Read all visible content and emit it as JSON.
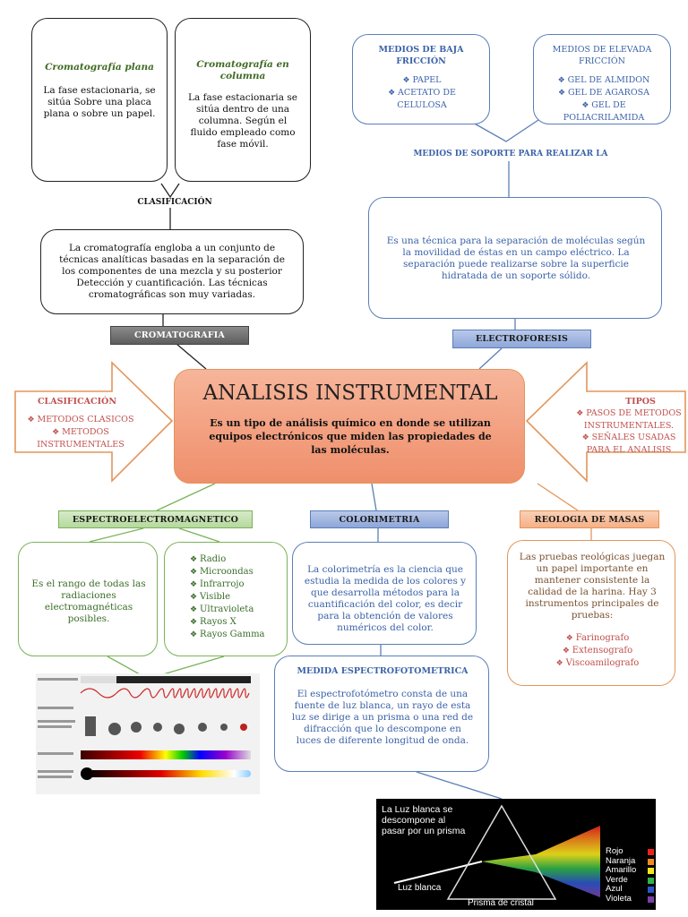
{
  "cromatografia": {
    "plana_title": "Cromatografía plana",
    "plana_text": "La fase estacionaria, se sitúa Sobre una placa plana o sobre un papel.",
    "columna_title": "Cromatografía en columna",
    "columna_text": "La fase estacionaria se sitúa dentro de una columna. Según el fluido empleado como fase móvil.",
    "clasificacion_label": "CLASIFICACIÓN",
    "description": "La cromatografía engloba a un conjunto de técnicas analíticas basadas en la separación de los componentes de una mezcla y su posterior Detección y cuantificación. Las técnicas cromatográficas son muy variadas.",
    "label": "CROMATOGRAFIA"
  },
  "electroforesis": {
    "baja_title": "MEDIOS DE BAJA FRICCIÓN",
    "baja_items": [
      "PAPEL",
      "ACETATO DE CELULOSA"
    ],
    "elevada_title": "MEDIOS DE ELEVADA FRICCIÓN",
    "elevada_items": [
      "GEL DE ALMIDON",
      "GEL DE AGAROSA",
      "GEL DE POLIACRILAMIDA"
    ],
    "soporte_label": "MEDIOS DE SOPORTE PARA REALIZAR LA",
    "description": "Es una técnica para la separación de moléculas según la movilidad de éstas en un campo eléctrico. La separación puede realizarse sobre la superficie hidratada de un soporte sólido.",
    "label": "ELECTROFORESIS"
  },
  "center": {
    "title": "ANALISIS INSTRUMENTAL",
    "description": "Es un tipo de análisis químico en donde se utilizan equipos electrónicos que miden las propiedades de las moléculas."
  },
  "left_arrow": {
    "title": "CLASIFICACIÓN",
    "items": [
      "METODOS CLASICOS",
      "METODOS INSTRUMENTALES"
    ]
  },
  "right_arrow": {
    "title": "TIPOS",
    "items": [
      "PASOS DE METODOS INSTRUMENTALES.",
      "SEÑALES USADAS PARA EL ANALISIS"
    ]
  },
  "espectro": {
    "label": "ESPECTROELECTROMAGNETICO",
    "description": "Es el rango de todas las radiaciones electromagnéticas posibles.",
    "items": [
      "Radio",
      "Microondas",
      "Infrarrojo",
      "Visible",
      "Ultravioleta",
      "Rayos X",
      "Rayos Gamma"
    ]
  },
  "colorimetria": {
    "label": "COLORIMETRIA",
    "description": "La colorimetría es la ciencia que estudia la medida de los colores y que desarrolla métodos para la cuantificación del color, es decir para la obtención de valores numéricos del color.",
    "medida_title": "MEDIDA ESPECTROFOTOMETRICA",
    "medida_text": "El espectrofotómetro consta de una fuente de luz blanca, un rayo de esta luz se dirige a un prisma o una red de difracción que lo descompone en luces de diferente longitud de onda."
  },
  "reologia": {
    "label": "REOLOGIA DE MASAS",
    "description": "Las pruebas reológicas juegan un papel importante en mantener consistente la calidad de la harina. Hay 3 instrumentos principales de pruebas:",
    "items": [
      "Farinografo",
      "Extensografo",
      "Viscoamilografo"
    ]
  },
  "prism": {
    "caption": "La Luz blanca se descompone al pasar por un prisma",
    "luz_blanca": "Luz blanca",
    "prisma": "Prisma de cristal",
    "colors": [
      {
        "name": "Rojo",
        "hex": "#e8231e"
      },
      {
        "name": "Naranja",
        "hex": "#f28c1d"
      },
      {
        "name": "Amarillo",
        "hex": "#f4e81c"
      },
      {
        "name": "Verde",
        "hex": "#2fb34a"
      },
      {
        "name": "Azul",
        "hex": "#2d55c9"
      },
      {
        "name": "Violeta",
        "hex": "#7a3fa8"
      }
    ]
  }
}
